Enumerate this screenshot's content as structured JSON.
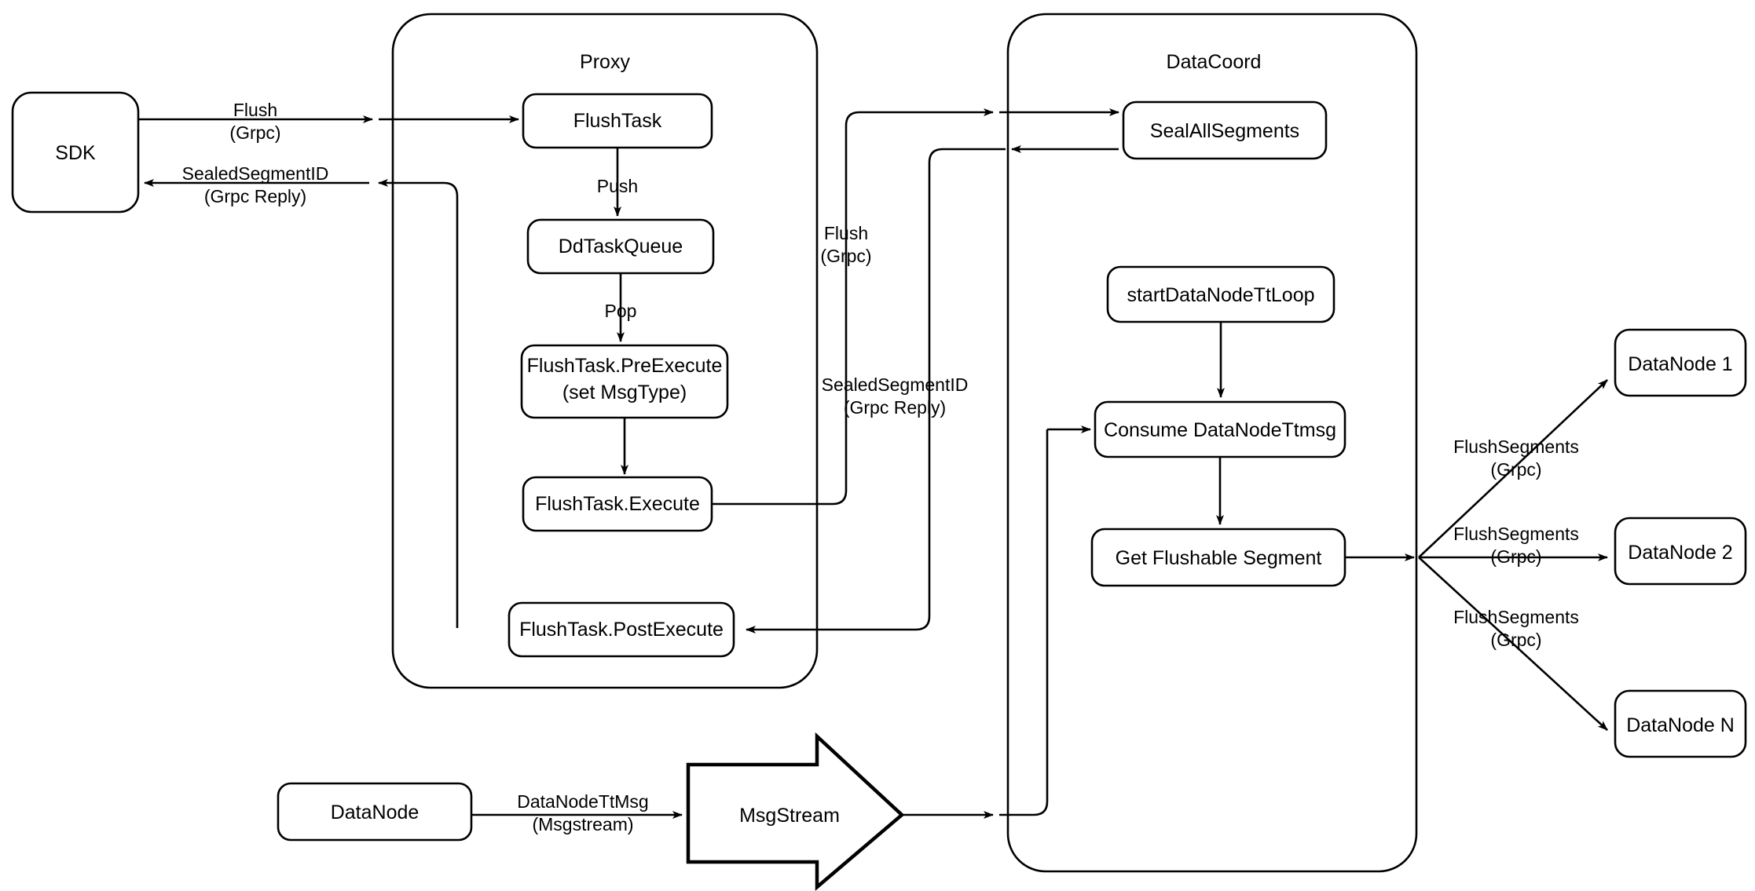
{
  "diagram": {
    "title": "Milvus Flush Sequence Architecture",
    "stroke_color": "#000000",
    "fill_color": "#ffffff",
    "background": "#ffffff"
  },
  "groups": [
    {
      "id": "proxy",
      "label": "Proxy"
    },
    {
      "id": "datacoord",
      "label": "DataCoord"
    }
  ],
  "nodes": {
    "sdk": "SDK",
    "flush_task": "FlushTask",
    "dd_task_queue": "DdTaskQueue",
    "pre_execute_line1": "FlushTask.PreExecute",
    "pre_execute_line2": "(set MsgType)",
    "execute": "FlushTask.Execute",
    "post_execute": "FlushTask.PostExecute",
    "seal_all_segments": "SealAllSegments",
    "start_tt_loop": "startDataNodeTtLoop",
    "consume_tt_msg": "Consume DataNodeTtmsg",
    "get_flushable_segment": "Get Flushable Segment",
    "datanode_source": "DataNode",
    "msgstream": "MsgStream",
    "datanode_1": "DataNode 1",
    "datanode_2": "DataNode 2",
    "datanode_n": "DataNode N"
  },
  "edges": {
    "sdk_to_proxy_l1": "Flush",
    "sdk_to_proxy_l2": "(Grpc)",
    "proxy_to_sdk_l1": "SealedSegmentID",
    "proxy_to_sdk_l2": "(Grpc Reply)",
    "push": "Push",
    "pop": "Pop",
    "proxy_to_coord_l1": "Flush",
    "proxy_to_coord_l2": "(Grpc)",
    "coord_to_proxy_l1": "SealedSegmentID",
    "coord_to_proxy_l2": "(Grpc Reply)",
    "datanode_tt_l1": "DataNodeTtMsg",
    "datanode_tt_l2": "(Msgstream)",
    "flush_segments_1_l1": "FlushSegments",
    "flush_segments_1_l2": "(Grpc)",
    "flush_segments_2_l1": "FlushSegments",
    "flush_segments_2_l2": "(Grpc)",
    "flush_segments_n_l1": "FlushSegments",
    "flush_segments_n_l2": "(Grpc)"
  }
}
